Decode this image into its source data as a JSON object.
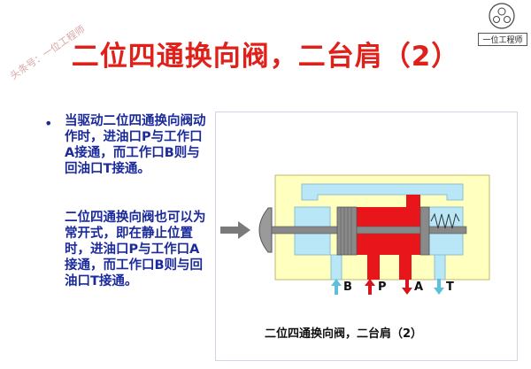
{
  "title": "二位四通换向阀，二台肩（2）",
  "watermark": "头条号：一位工程师",
  "logo_text": "一位工程师",
  "paragraphs": [
    "当驱动二位四通换向阀动作时，进油口P与工作口A接通，而工作口B则与回油口T接通。",
    "二位四通换向阀也可以为常开式，即在静止位置时，进油口P与工作口A接通，而工作口B则与回油口T接通。"
  ],
  "diagram": {
    "caption": "二位四通换向阀，二台肩（2）",
    "ports": [
      "B",
      "P",
      "A",
      "T"
    ],
    "symbol_labels": [
      "A",
      "B",
      "P",
      "T"
    ],
    "colors": {
      "body": "#ffffbf",
      "pressure": "#e8161a",
      "return": "#b9e7f7",
      "spool": "#888888",
      "arrow_pressure": "#d9141a",
      "arrow_return": "#5fbfd9"
    }
  }
}
